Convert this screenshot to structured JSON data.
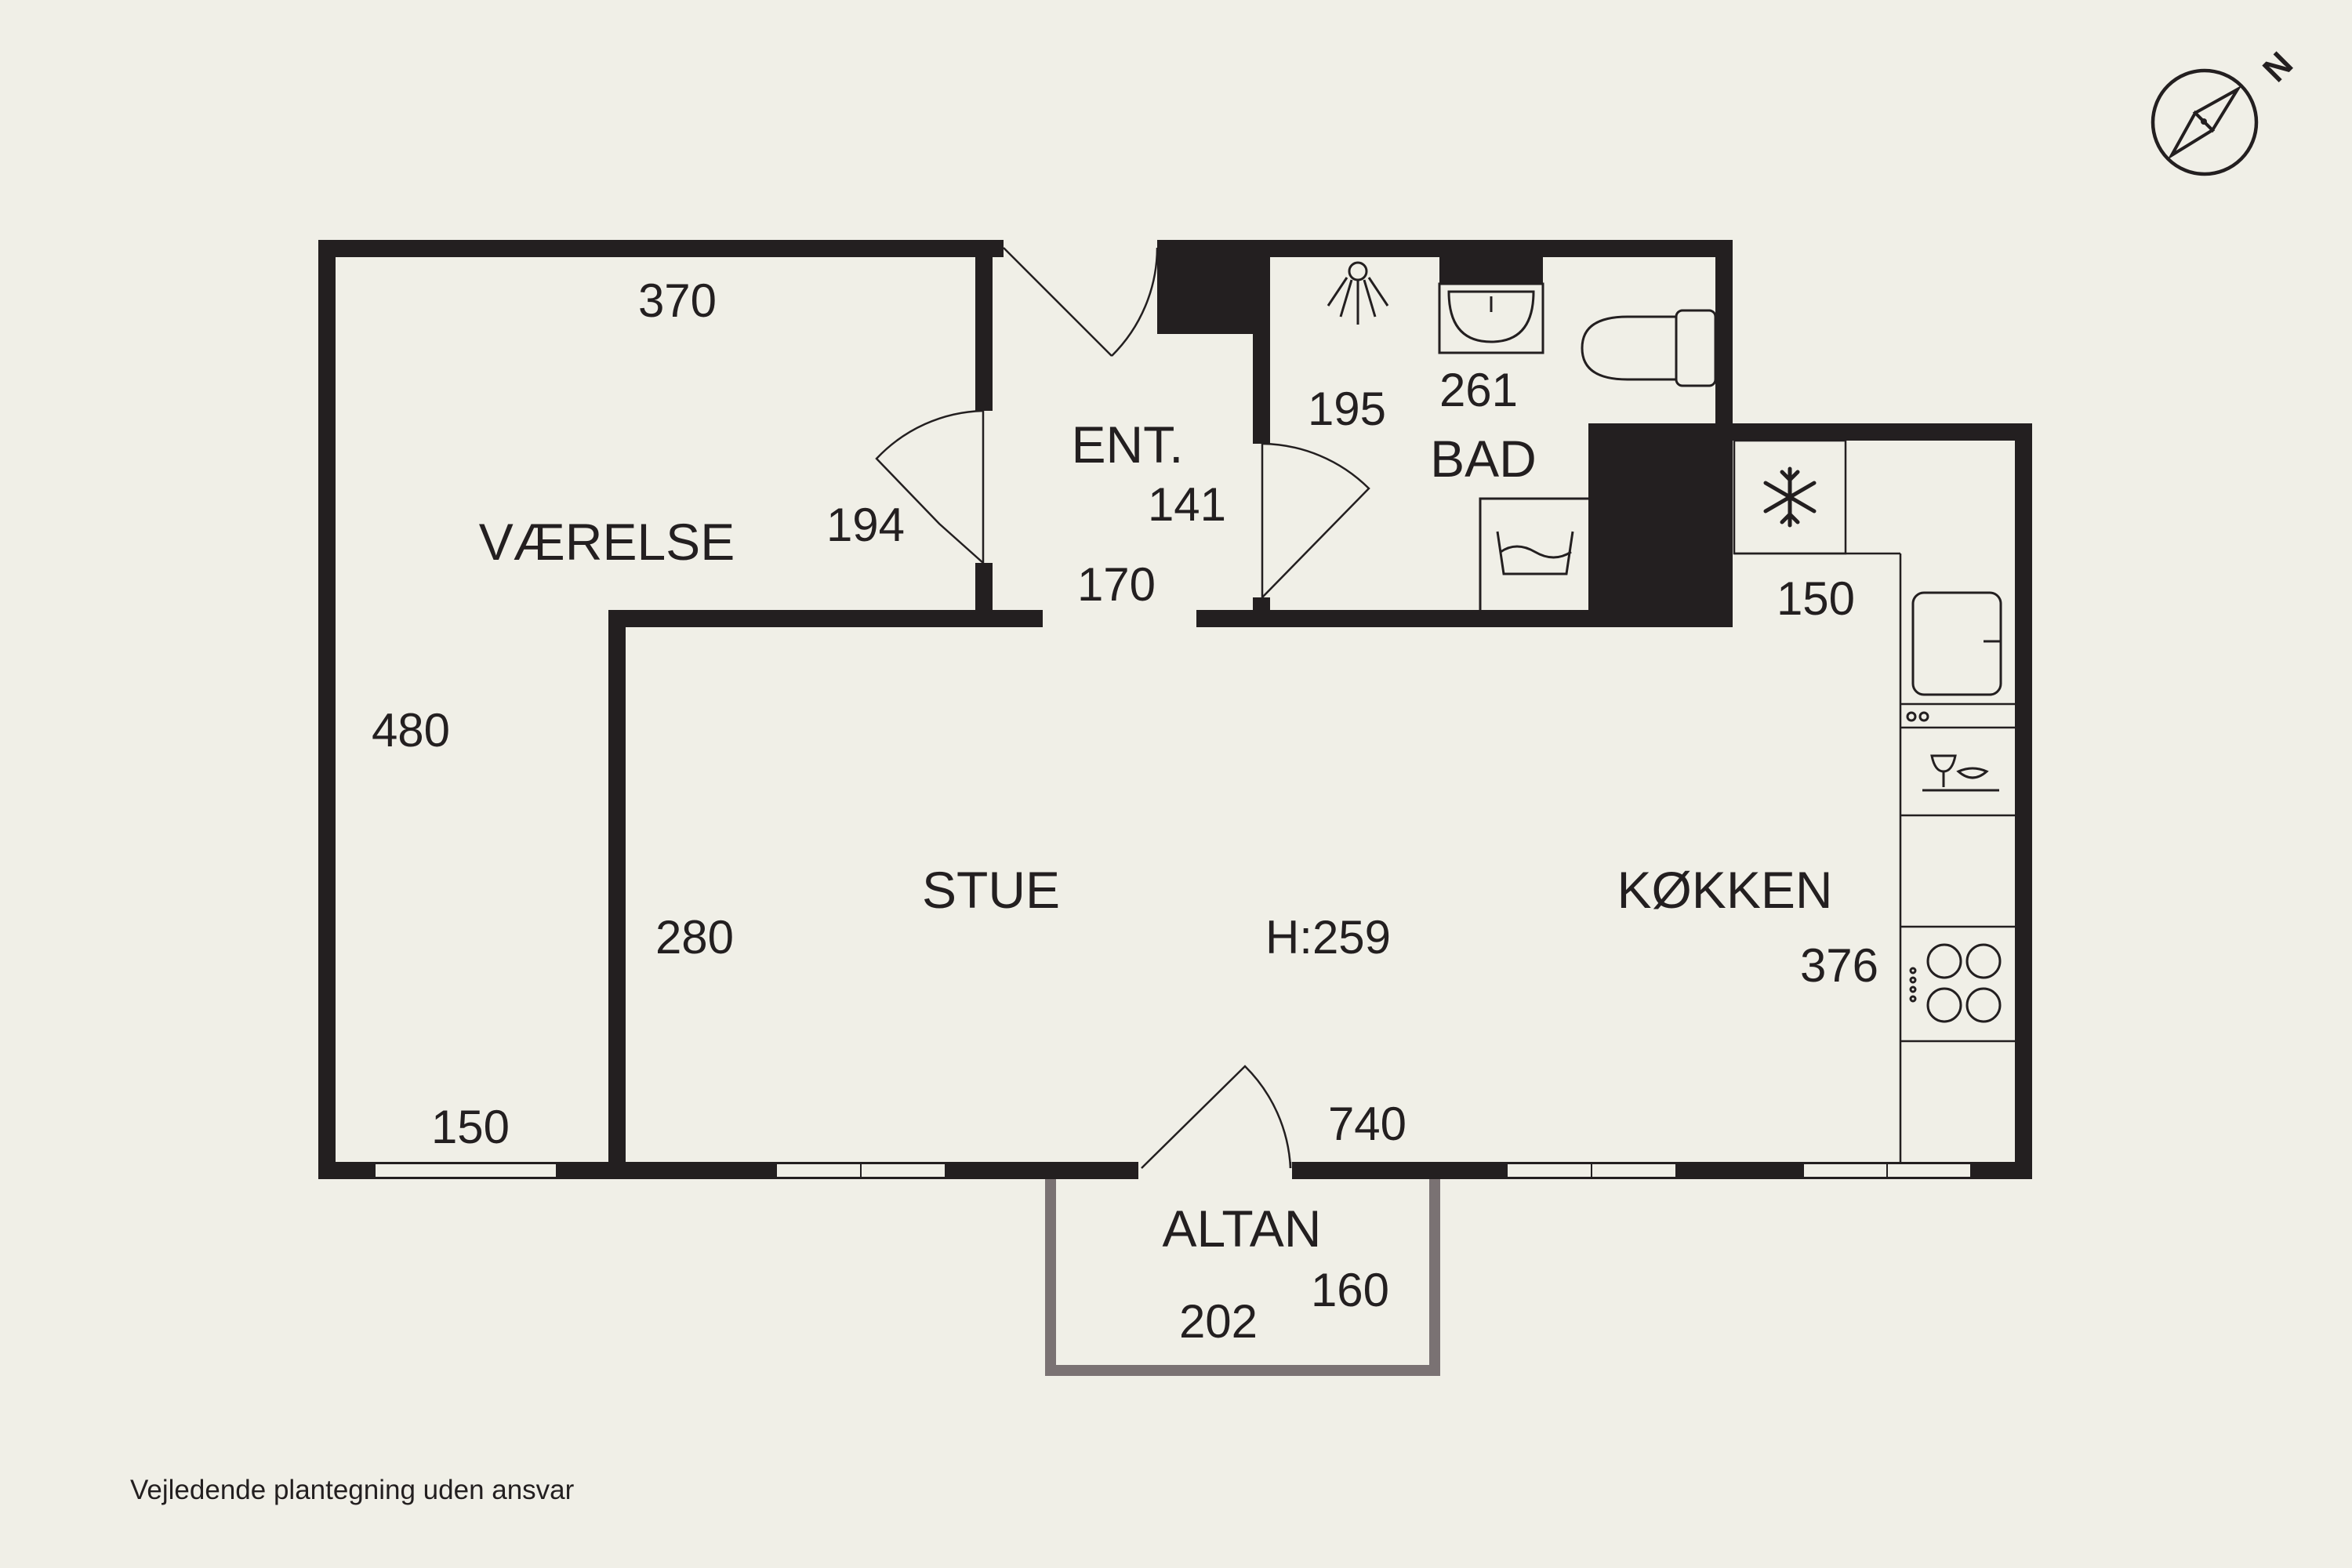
{
  "plan": {
    "rooms": {
      "vaerelse": "VÆRELSE",
      "entre": "ENT.",
      "bad": "BAD",
      "stue": "STUE",
      "kokken": "KØKKEN",
      "altan": "ALTAN"
    },
    "ceiling_height": "H:259",
    "dimensions": {
      "vaerelse_top": "370",
      "vaerelse_door": "194",
      "vaerelse_left": "480",
      "vaerelse_bottom": "150",
      "entre_width": "141",
      "entre_bottom": "170",
      "bad_left": "195",
      "bad_top": "261",
      "kokken_top": "150",
      "kokken_right": "376",
      "stue_left": "280",
      "stue_bottom": "740",
      "altan_width": "202",
      "altan_depth": "160"
    },
    "compass_label": "N",
    "disclaimer": "Vejledende plantegning uden ansvar",
    "colors": {
      "background": "#f0efe7",
      "walls": "#231f20",
      "balcony_outline": "#7a7273"
    },
    "icons": [
      "compass-icon",
      "shower-icon",
      "sink-icon",
      "toilet-icon",
      "washing-machine-icon",
      "freezer-icon",
      "kitchen-sink-icon",
      "dishwasher-icon",
      "stove-icon"
    ]
  }
}
